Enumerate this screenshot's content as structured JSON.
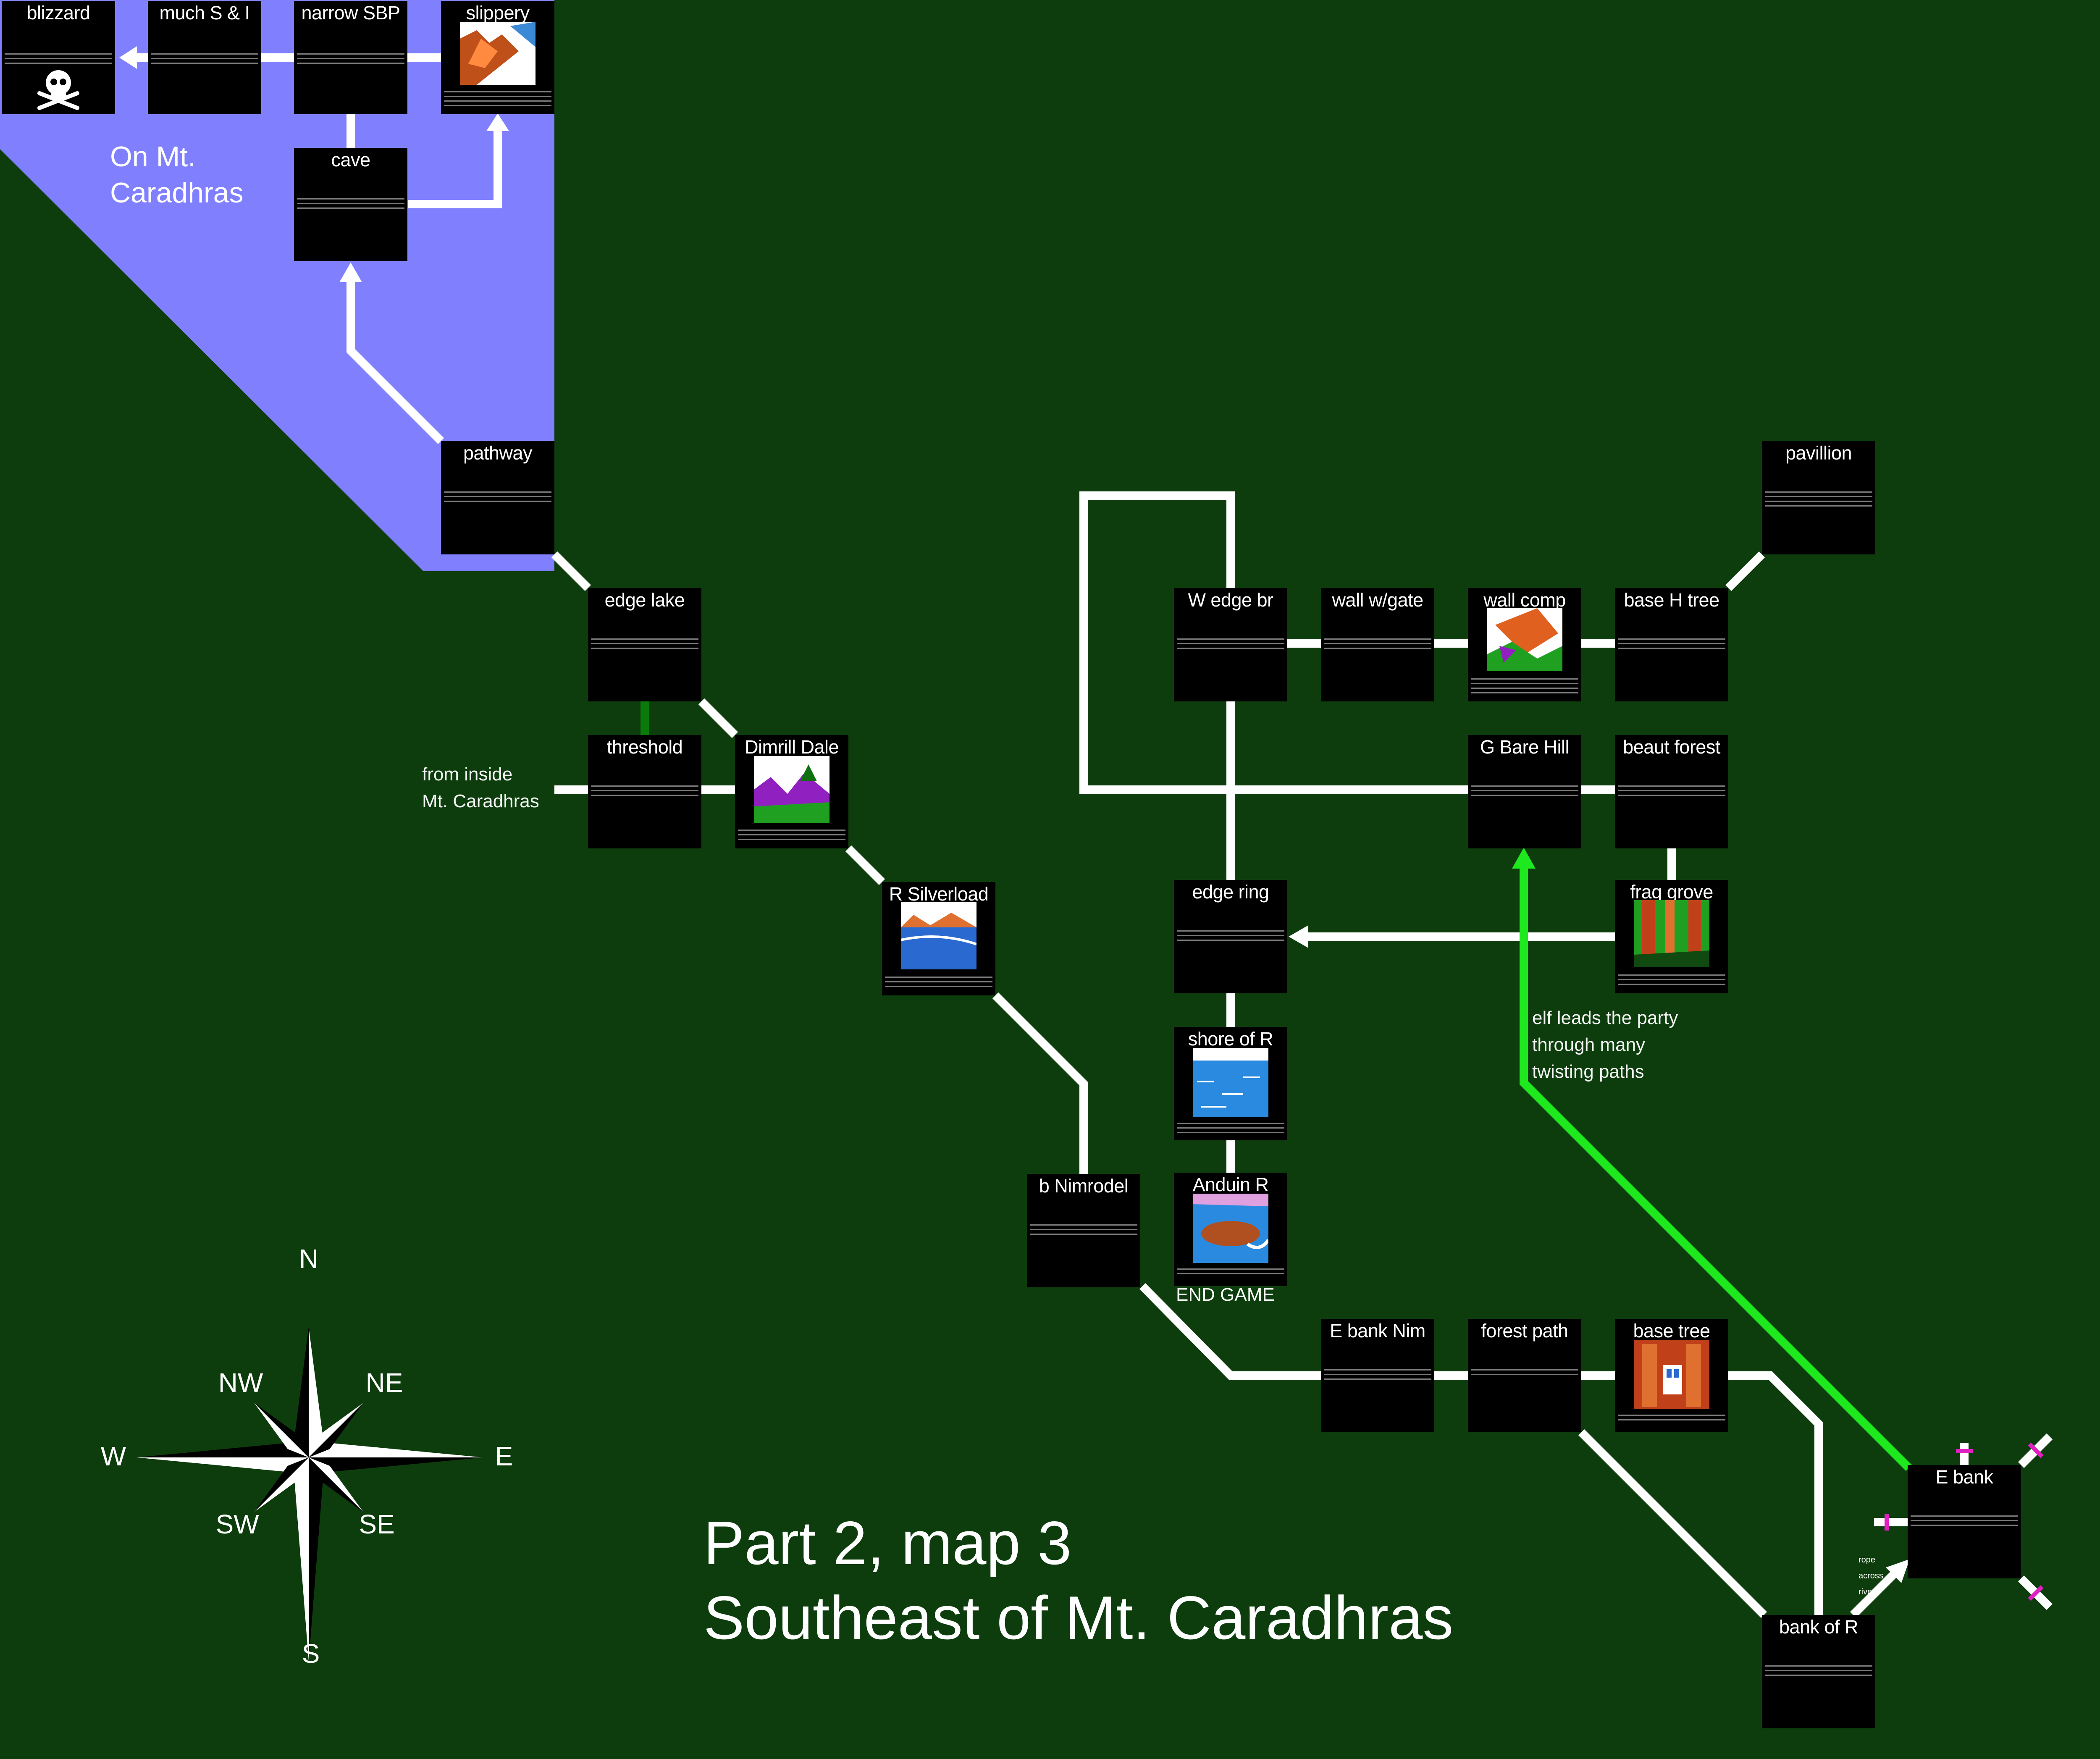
{
  "title": {
    "line1": "Part 2, map 3",
    "line2": "Southeast of Mt. Caradhras"
  },
  "region_label": {
    "line1": "On Mt.",
    "line2": "Caradhras"
  },
  "rooms": {
    "blizzard": "blizzard",
    "much_si": "much S & I",
    "narrow_sbp": "narrow SBP",
    "slippery": "slippery",
    "cave": "cave",
    "pathway": "pathway",
    "edge_lake": "edge lake",
    "threshold": "threshold",
    "dimrill_dale": "Dimrill Dale",
    "r_silverload": "R Silverload",
    "b_nimrodel": "b Nimrodel",
    "w_edge_br": "W edge br",
    "wall_w_gate": "wall w/gate",
    "wall_comp": "wall comp",
    "base_h_tree": "base H tree",
    "pavillion": "pavillion",
    "g_bare_hill": "G Bare Hill",
    "beaut_forest": "beaut forest",
    "edge_ring": "edge ring",
    "frag_grove": "frag grove",
    "shore_of_r": "shore of R",
    "anduin_r": "Anduin R",
    "e_bank_nim": "E bank Nim",
    "forest_path": "forest path",
    "base_tree": "base tree",
    "e_bank": "E bank",
    "bank_of_r": "bank of R"
  },
  "labels": {
    "from_inside": {
      "line1": "from inside",
      "line2": "Mt. Caradhras"
    },
    "elf_leads": {
      "line1": "elf leads the party",
      "line2": "through many",
      "line3": "twisting paths"
    },
    "end_game": "END GAME",
    "rope": {
      "line1": "rope",
      "line2": "across",
      "line3": "river"
    }
  },
  "compass": {
    "n": "N",
    "ne": "NE",
    "e": "E",
    "se": "SE",
    "s": "S",
    "sw": "SW",
    "w": "W",
    "nw": "NW"
  },
  "colors": {
    "background": "#0d3d0d",
    "region": "#8080ff",
    "path": "#ffffff",
    "elf_path": "#1ee81e",
    "hidden_link": "#0a7a0a",
    "blocked_marker": "#e020c0",
    "room": "#000000"
  },
  "icons": {
    "blizzard_picture": "skull-and-crossbones-icon",
    "blocked_exit": "blocked-exit-marker"
  }
}
